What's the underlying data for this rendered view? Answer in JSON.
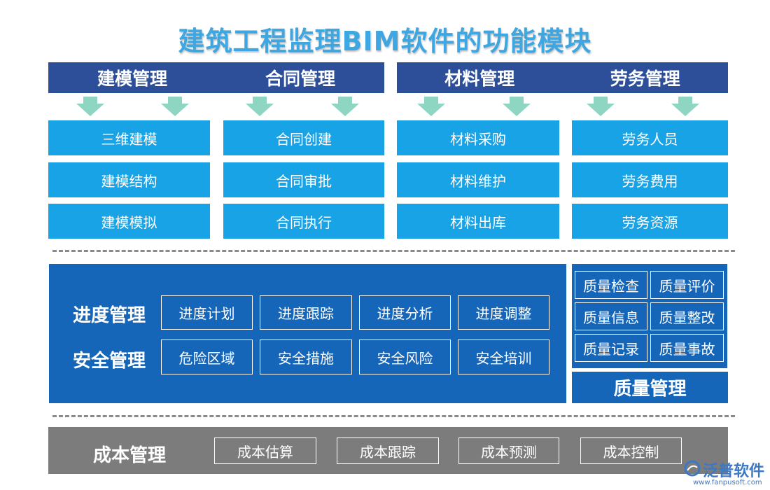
{
  "title": "建筑工程监理BIM软件的功能模块",
  "top_modules": [
    {
      "label": "建模管理",
      "items": [
        "三维建模",
        "建模结构",
        "建模模拟"
      ]
    },
    {
      "label": "合同管理",
      "items": [
        "合同创建",
        "合同审批",
        "合同执行"
      ]
    },
    {
      "label": "材料管理",
      "items": [
        "材料采购",
        "材料维护",
        "材料出库"
      ]
    },
    {
      "label": "劳务管理",
      "items": [
        "劳务人员",
        "劳务费用",
        "劳务资源"
      ]
    }
  ],
  "schedule": {
    "label": "进度管理",
    "items": [
      "进度计划",
      "进度跟踪",
      "进度分析",
      "进度调整"
    ]
  },
  "safety": {
    "label": "安全管理",
    "items": [
      "危险区域",
      "安全措施",
      "安全风险",
      "安全培训"
    ]
  },
  "quality": {
    "label": "质量管理",
    "items": [
      "质量检查",
      "质量评价",
      "质量信息",
      "质量整改",
      "质量记录",
      "质量事故"
    ]
  },
  "cost": {
    "label": "成本管理",
    "items": [
      "成本估算",
      "成本跟踪",
      "成本预测",
      "成本控制"
    ]
  },
  "logo": {
    "name": "泛普软件",
    "url": "www.fanpusoft.com"
  },
  "colors": {
    "header_navy": "#2d4f9a",
    "cell_blue": "#18a3e6",
    "panel_blue": "#1565b8",
    "cost_grey": "#7c7c7c",
    "arrow_green": "#8fd6c2",
    "title_blue": "#3ea6e0"
  }
}
